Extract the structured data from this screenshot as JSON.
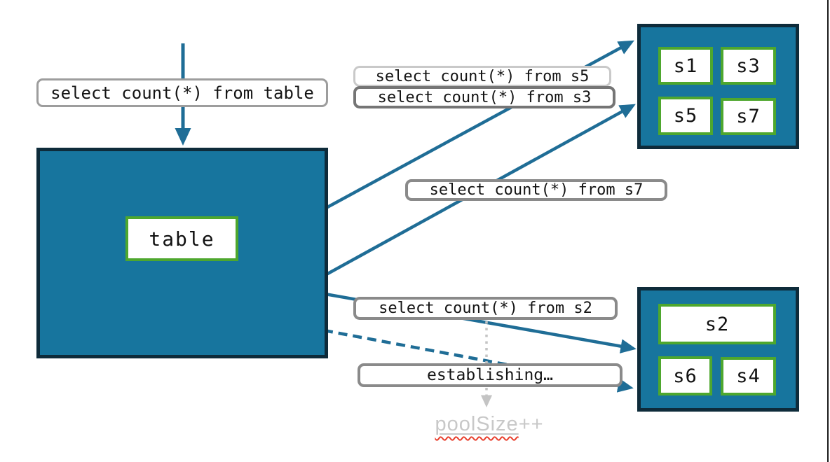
{
  "diagram": {
    "source_node": {
      "label": "table"
    },
    "query_labels": {
      "table": "select count(*) from table",
      "s5": "select count(*) from s5",
      "s3": "select count(*) from s3",
      "s7": "select count(*) from s7",
      "s2": "select count(*) from s2"
    },
    "status_labels": {
      "establishing": "establishing…",
      "pool_word": "poolSize",
      "pool_suffix": "++"
    },
    "shards": {
      "top": [
        "s1",
        "s3",
        "s5",
        "s7"
      ],
      "bottom": [
        "s2",
        "s6",
        "s4"
      ]
    },
    "colors": {
      "node_fill": "#17759e",
      "node_border": "#0e2b3a",
      "shard_border": "#4ea72e",
      "arrow": "#1f6d96",
      "dotted_arrow": "#c4c4c4",
      "muted_text": "#c8c8c8",
      "spellcheck_squiggle": "#e8402e",
      "label_border_medium": "#9d9d9d",
      "label_border_light": "#c9c9c9",
      "label_border_dark": "#757575",
      "label_border_gray": "#8a8a8a"
    }
  }
}
